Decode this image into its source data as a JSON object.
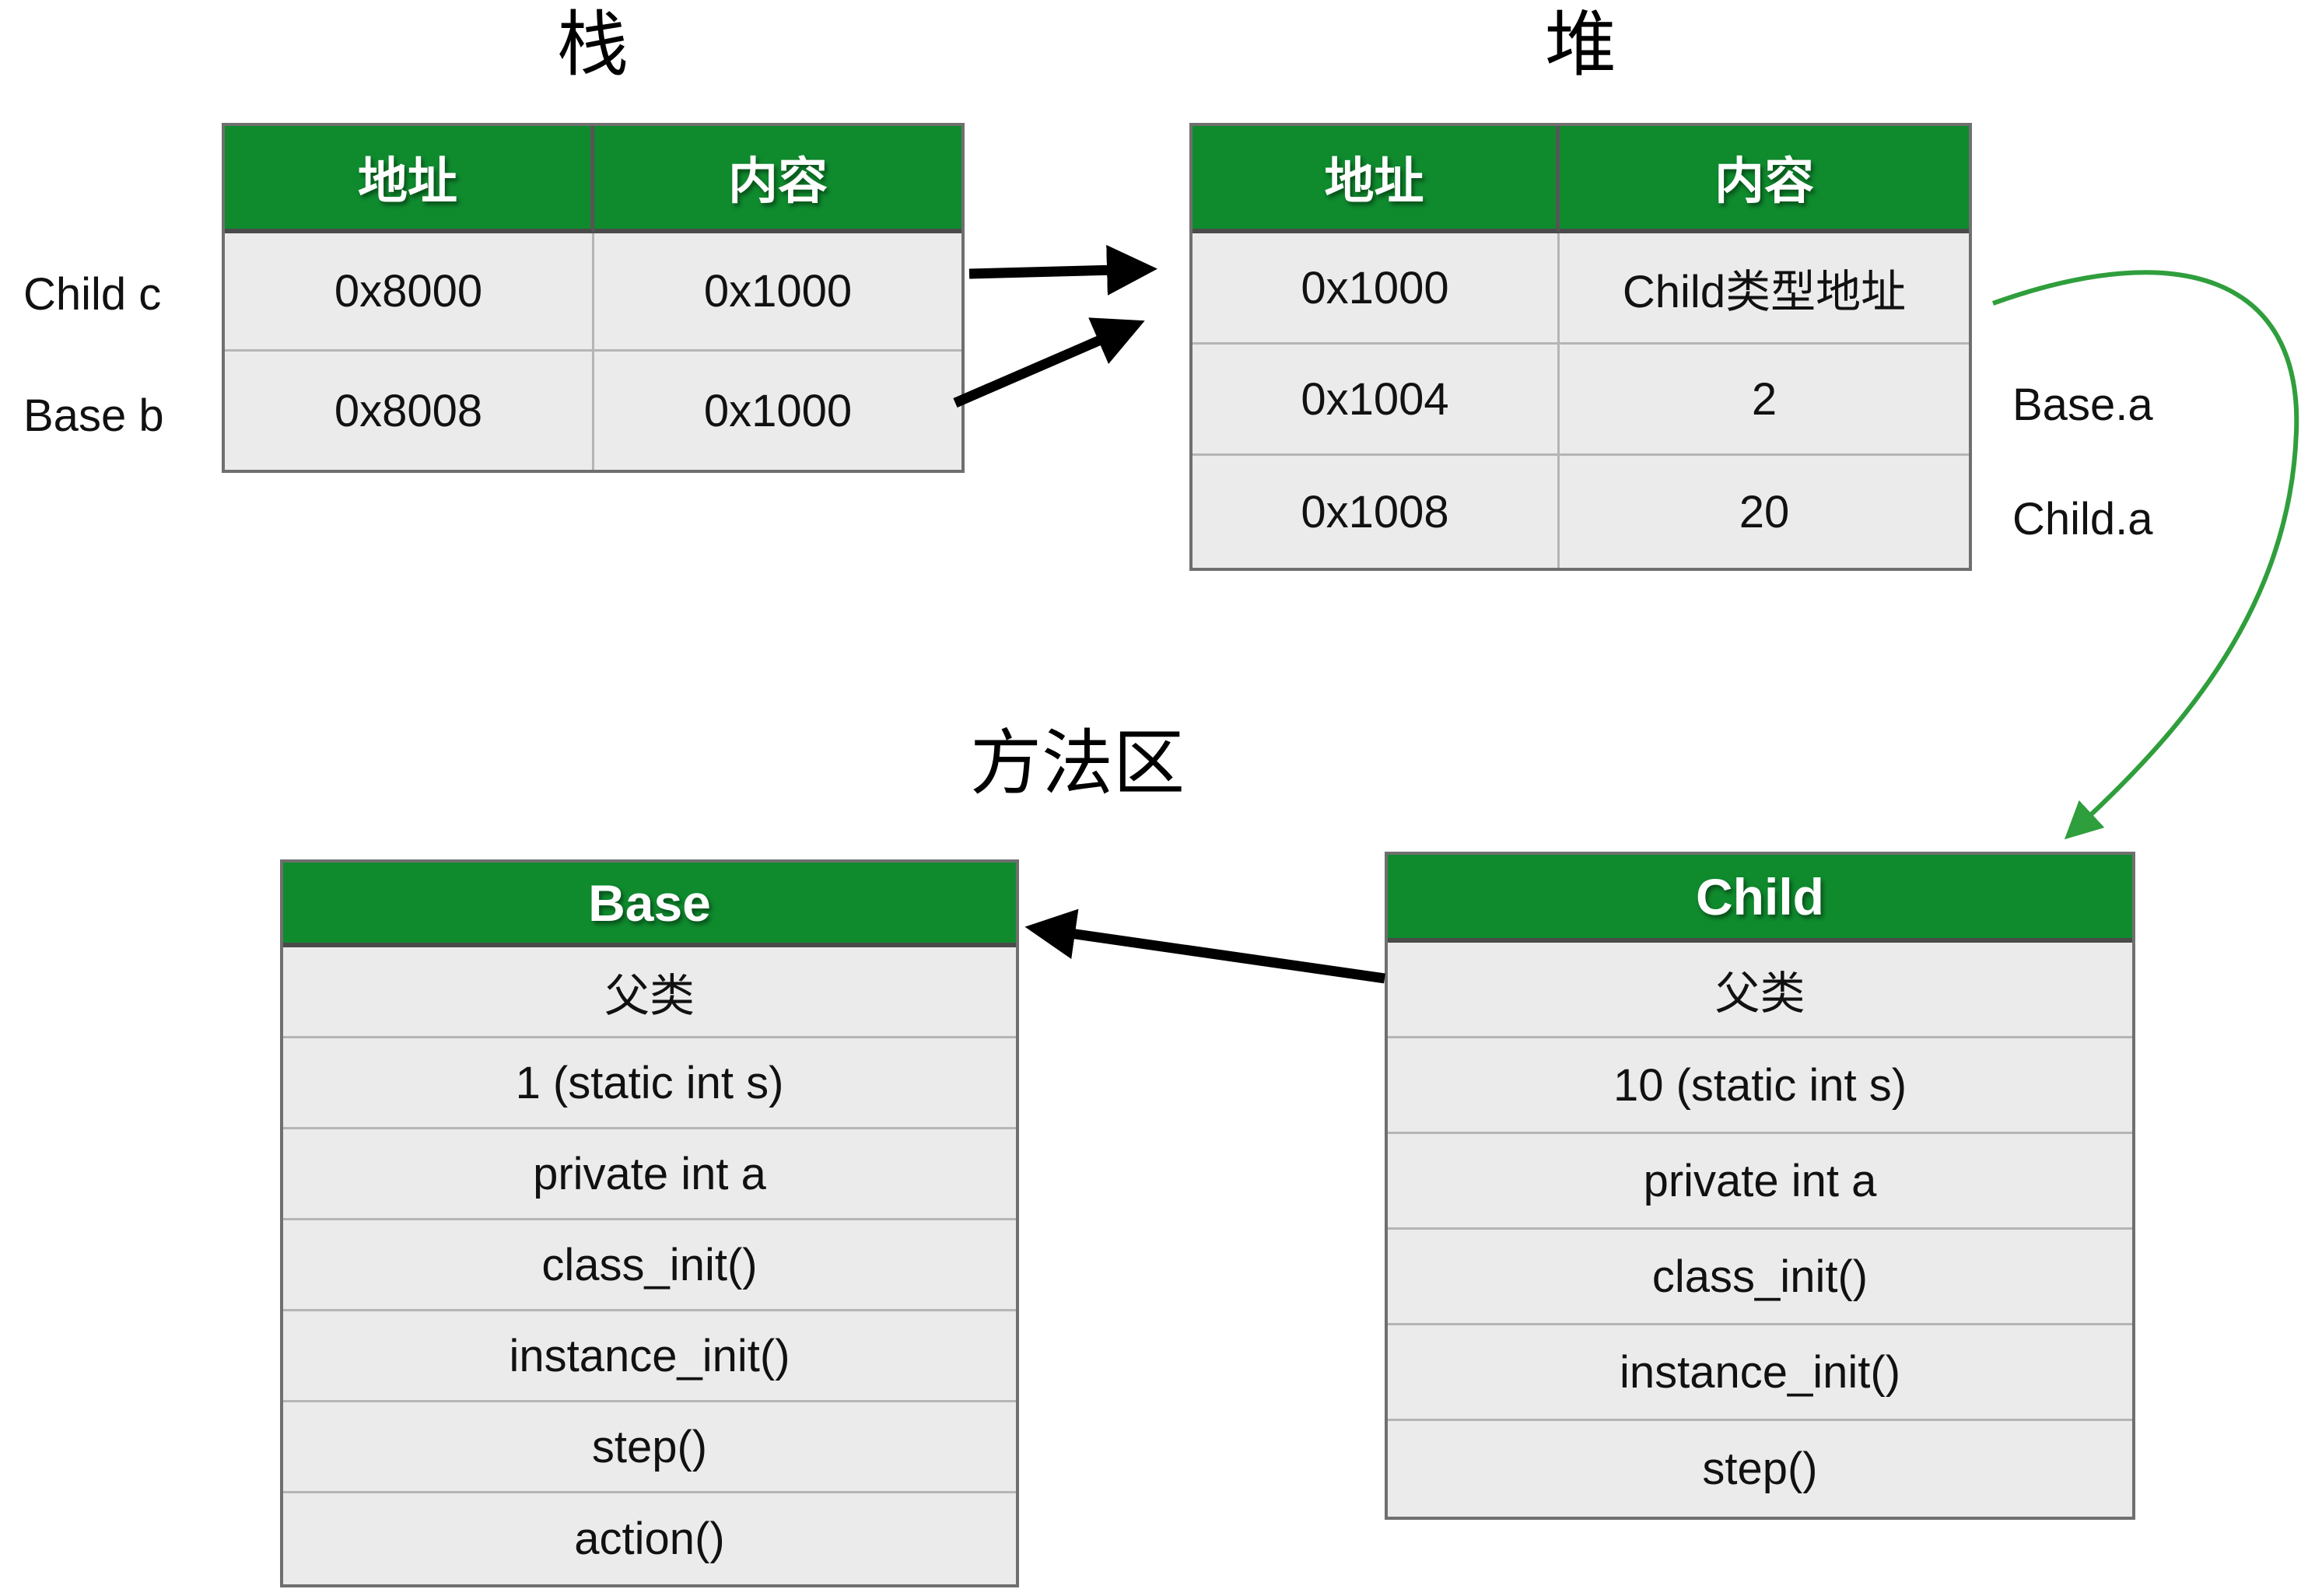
{
  "colors": {
    "header_green": "#0f8b2e",
    "arrow_green": "#2f9e3c",
    "arrow_black": "#000000",
    "row_gray": "#ebebeb"
  },
  "stack": {
    "title": "栈",
    "columns": [
      "地址",
      "内容"
    ],
    "rows": [
      {
        "label": "Child c",
        "address": "0x8000",
        "content": "0x1000"
      },
      {
        "label": "Base b",
        "address": "0x8008",
        "content": "0x1000"
      }
    ]
  },
  "heap": {
    "title": "堆",
    "columns": [
      "地址",
      "内容"
    ],
    "rows": [
      {
        "address": "0x1000",
        "content": "Child类型地址",
        "annotation": ""
      },
      {
        "address": "0x1004",
        "content": "2",
        "annotation": "Base.a"
      },
      {
        "address": "0x1008",
        "content": "20",
        "annotation": "Child.a"
      }
    ]
  },
  "method_area": {
    "title": "方法区",
    "base": {
      "name": "Base",
      "rows": [
        "父类",
        "1 (static int s)",
        "private int a",
        "class_init()",
        "instance_init()",
        "step()",
        "action()"
      ]
    },
    "child": {
      "name": "Child",
      "rows": [
        "父类",
        "10 (static int s)",
        "private int a",
        "class_init()",
        "instance_init()",
        "step()"
      ]
    }
  }
}
